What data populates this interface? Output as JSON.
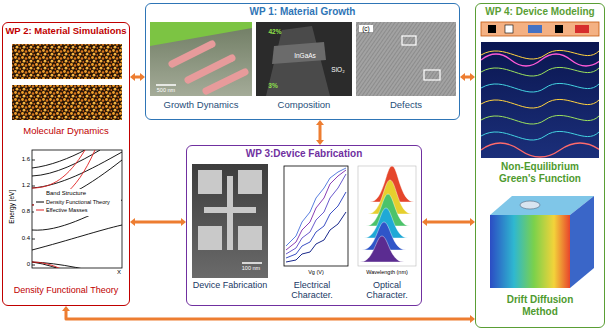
{
  "diagram": {
    "nodes": [
      {
        "text": [
          "WP 2: Material Simulations"
        ]
      },
      {
        "text": [
          "WP 1: Material Growth"
        ]
      },
      {
        "text": [
          "WP 3:Device Fabrication"
        ]
      },
      {
        "text": [
          "WP 4: Device Modeling"
        ]
      }
    ],
    "edges": [
      {
        "from": 0,
        "to": 1,
        "arrow": "both"
      },
      {
        "from": 1,
        "to": 2,
        "arrow": "both"
      },
      {
        "from": 1,
        "to": 3,
        "arrow": "both"
      },
      {
        "from": 0,
        "to": 2,
        "arrow": "both"
      },
      {
        "from": 2,
        "to": 3,
        "arrow": "both"
      },
      {
        "from": 0,
        "to": 3,
        "arrow": "both"
      }
    ],
    "labels": [
      "Molecular Dynamics",
      "Energy [eV]",
      "1.6",
      "1.2",
      "0.8",
      "0.4",
      "0",
      "X",
      "Band Structure",
      "Density Functional Theory",
      "500 nm",
      "Growth Dynamics",
      "42%",
      "InGaAs",
      "SiO₂",
      "3%",
      "Composition",
      "(c)",
      "Defects",
      "100 nm",
      "Device Fabrication",
      "Vg (V)",
      "Electrical Character.",
      "Wavelength (nm)",
      "Optical Character.",
      "Non-Equilibrium Green's Function",
      "Drift Diffusion Method"
    ],
    "legend": [
      {
        "text": "Density Functional Theory"
      },
      {
        "text": "Effective Masses"
      }
    ]
  }
}
